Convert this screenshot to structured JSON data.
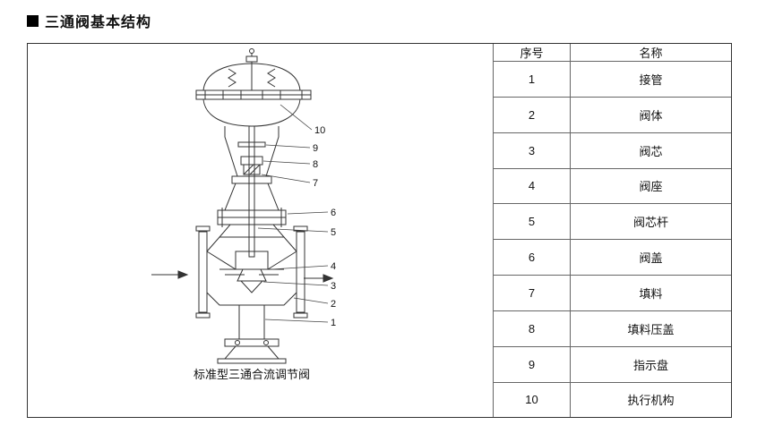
{
  "page": {
    "title": "三通阀基本结构"
  },
  "diagram": {
    "caption": "标准型三通合流调节阀",
    "labels": [
      "10",
      "9",
      "8",
      "7",
      "6",
      "5",
      "4",
      "3",
      "2",
      "1"
    ]
  },
  "parts_table": {
    "headers": [
      "序号",
      "名称"
    ],
    "rows": [
      [
        "1",
        "接管"
      ],
      [
        "2",
        "阀体"
      ],
      [
        "3",
        "阀芯"
      ],
      [
        "4",
        "阀座"
      ],
      [
        "5",
        "阀芯杆"
      ],
      [
        "6",
        "阀盖"
      ],
      [
        "7",
        "填料"
      ],
      [
        "8",
        "填料压盖"
      ],
      [
        "9",
        "指示盘"
      ],
      [
        "10",
        "执行机构"
      ]
    ]
  },
  "colors": {
    "line": "#333333",
    "table_border": "#666666",
    "text": "#111111"
  }
}
